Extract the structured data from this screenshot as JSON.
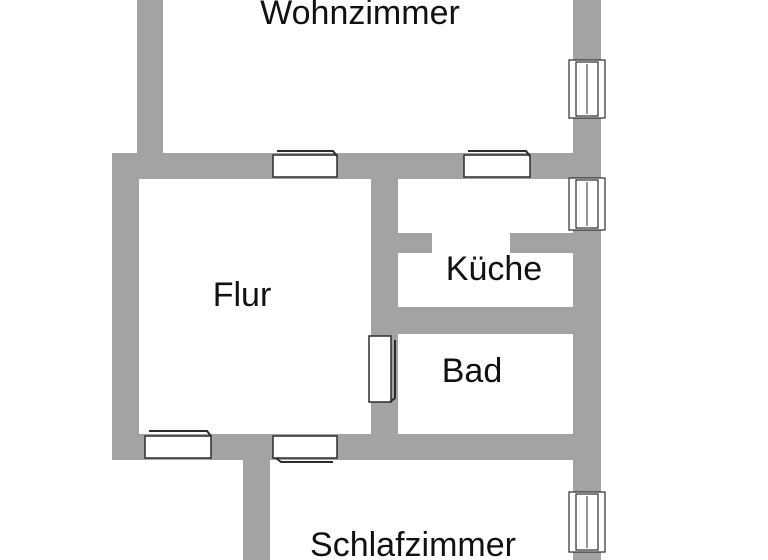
{
  "rooms": {
    "wohnzimmer": "Wohnzimmer",
    "flur": "Flur",
    "kueche": "Küche",
    "bad": "Bad",
    "schlafzimmer": "Schlafzimmer"
  },
  "colors": {
    "wall": "#a3a3a5",
    "background": "#ffffff",
    "outline": "#2c2c2c"
  }
}
